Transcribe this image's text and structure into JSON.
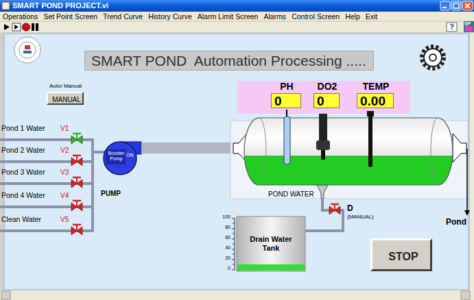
{
  "diagram": {
    "title": "SMART POND PROJECT.vi",
    "nodes": [
      {
        "text": [
          "SMART POND  Automation Processing ....."
        ]
      },
      {
        "text": [
          "Auto/ Manual",
          "MANUAL"
        ]
      },
      {
        "text": [
          "PH",
          "0"
        ]
      },
      {
        "text": [
          "DO2",
          "0"
        ]
      },
      {
        "text": [
          "TEMP",
          "0.00"
        ]
      },
      {
        "text": [
          "Booster Pump",
          "ON",
          "PUMP"
        ]
      },
      {
        "text": [
          "POND WATER"
        ]
      },
      {
        "text": [
          "Drain Water Tank"
        ]
      },
      {
        "text": [
          "STOP"
        ]
      }
    ],
    "edges": [
      {
        "from": 5,
        "to": 6,
        "arrow": "none"
      },
      {
        "from": 6,
        "to": 7,
        "arrow": "none"
      }
    ],
    "labels": [
      "Operations",
      "Set Point Screen",
      "Trend Curve",
      "History Curve",
      "Alarm Limit Screen",
      "Alarms",
      "Control Screen",
      "Help",
      "Exit",
      "?",
      "SP",
      "Pond 1 Water",
      "V1",
      "Pond 2 Water",
      "V2",
      "Pond 3 Water",
      "V3",
      "Pond 4 Water",
      "V4",
      "Clean Water",
      "V5",
      "100",
      "80",
      "60",
      "40",
      "20",
      "0",
      "D",
      "(MANUAL)",
      "Pond"
    ]
  }
}
